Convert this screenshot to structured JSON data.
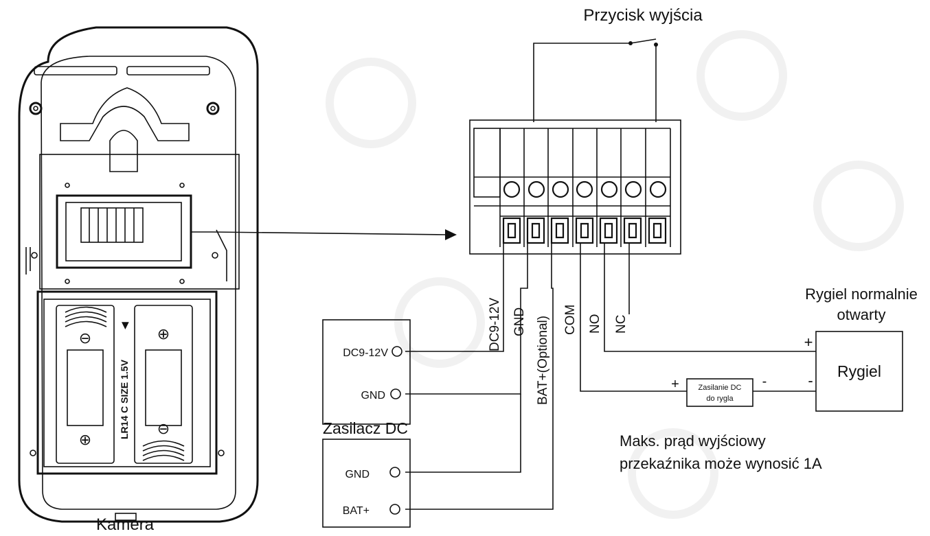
{
  "labels": {
    "exit_button": "Przycisk wyjścia",
    "camera": "Kamera",
    "dc_adapter": "Zasilacz DC",
    "lock_title_line1": "Rygiel normalnie",
    "lock_title_line2": "otwarty",
    "lock": "Rygiel",
    "lock_psu_line1": "Zasilanie DC",
    "lock_psu_line2": "do rygla",
    "note_line1": "Maks. prąd wyjściowy",
    "note_line2": "przekaźnika może wynosić 1A",
    "battery_marking": "LR14 C SIZE 1.5V"
  },
  "terminals": [
    "DC9-12V",
    "GND",
    "BAT+(Optional)",
    "COM",
    "NO",
    "NC"
  ],
  "power_block": {
    "dc": "DC9-12V",
    "gnd": "GND"
  },
  "battery_block": {
    "gnd": "GND",
    "bat": "BAT+"
  },
  "symbols": {
    "plus": "+",
    "minus": "-"
  }
}
